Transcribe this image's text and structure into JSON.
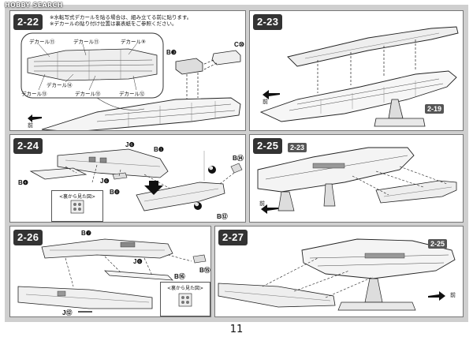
{
  "watermark": "HOBBY SEARCH",
  "page_number": "11",
  "steps": {
    "s2_22": {
      "number": "2-22",
      "notes": [
        "※水転写式デカールを貼る場合は、組み立てる前に貼ります。",
        "※デカールの貼り付け位置は裏表紙をご参照ください。"
      ],
      "decal_labels": [
        "デカール⑪",
        "デカール⑪",
        "デカール⑨",
        "デカール⑭",
        "デカール⑬",
        "デカール⑬",
        "デカール⑫"
      ],
      "parts": [
        "B❸",
        "C⑩"
      ],
      "front_label": "前"
    },
    "s2_23": {
      "number": "2-23",
      "ref": "2-19",
      "front_label": "前"
    },
    "s2_24": {
      "number": "2-24",
      "parts": [
        "J❻",
        "B❶",
        "B❹",
        "J❻",
        "B❽",
        "B⑭",
        "B⑫"
      ],
      "markers": [
        "❶",
        "❷"
      ],
      "back_view_caption": "<裏から見た図>"
    },
    "s2_25": {
      "number": "2-25",
      "ref": "2-23",
      "front_label": "前"
    },
    "s2_26": {
      "number": "2-26",
      "parts": [
        "B❼",
        "J❻",
        "B⑮",
        "B⑯",
        "J⑫"
      ],
      "back_view_caption": "<裏から見た図>"
    },
    "s2_27": {
      "number": "2-27",
      "ref": "2-25",
      "front_label": "前"
    }
  }
}
